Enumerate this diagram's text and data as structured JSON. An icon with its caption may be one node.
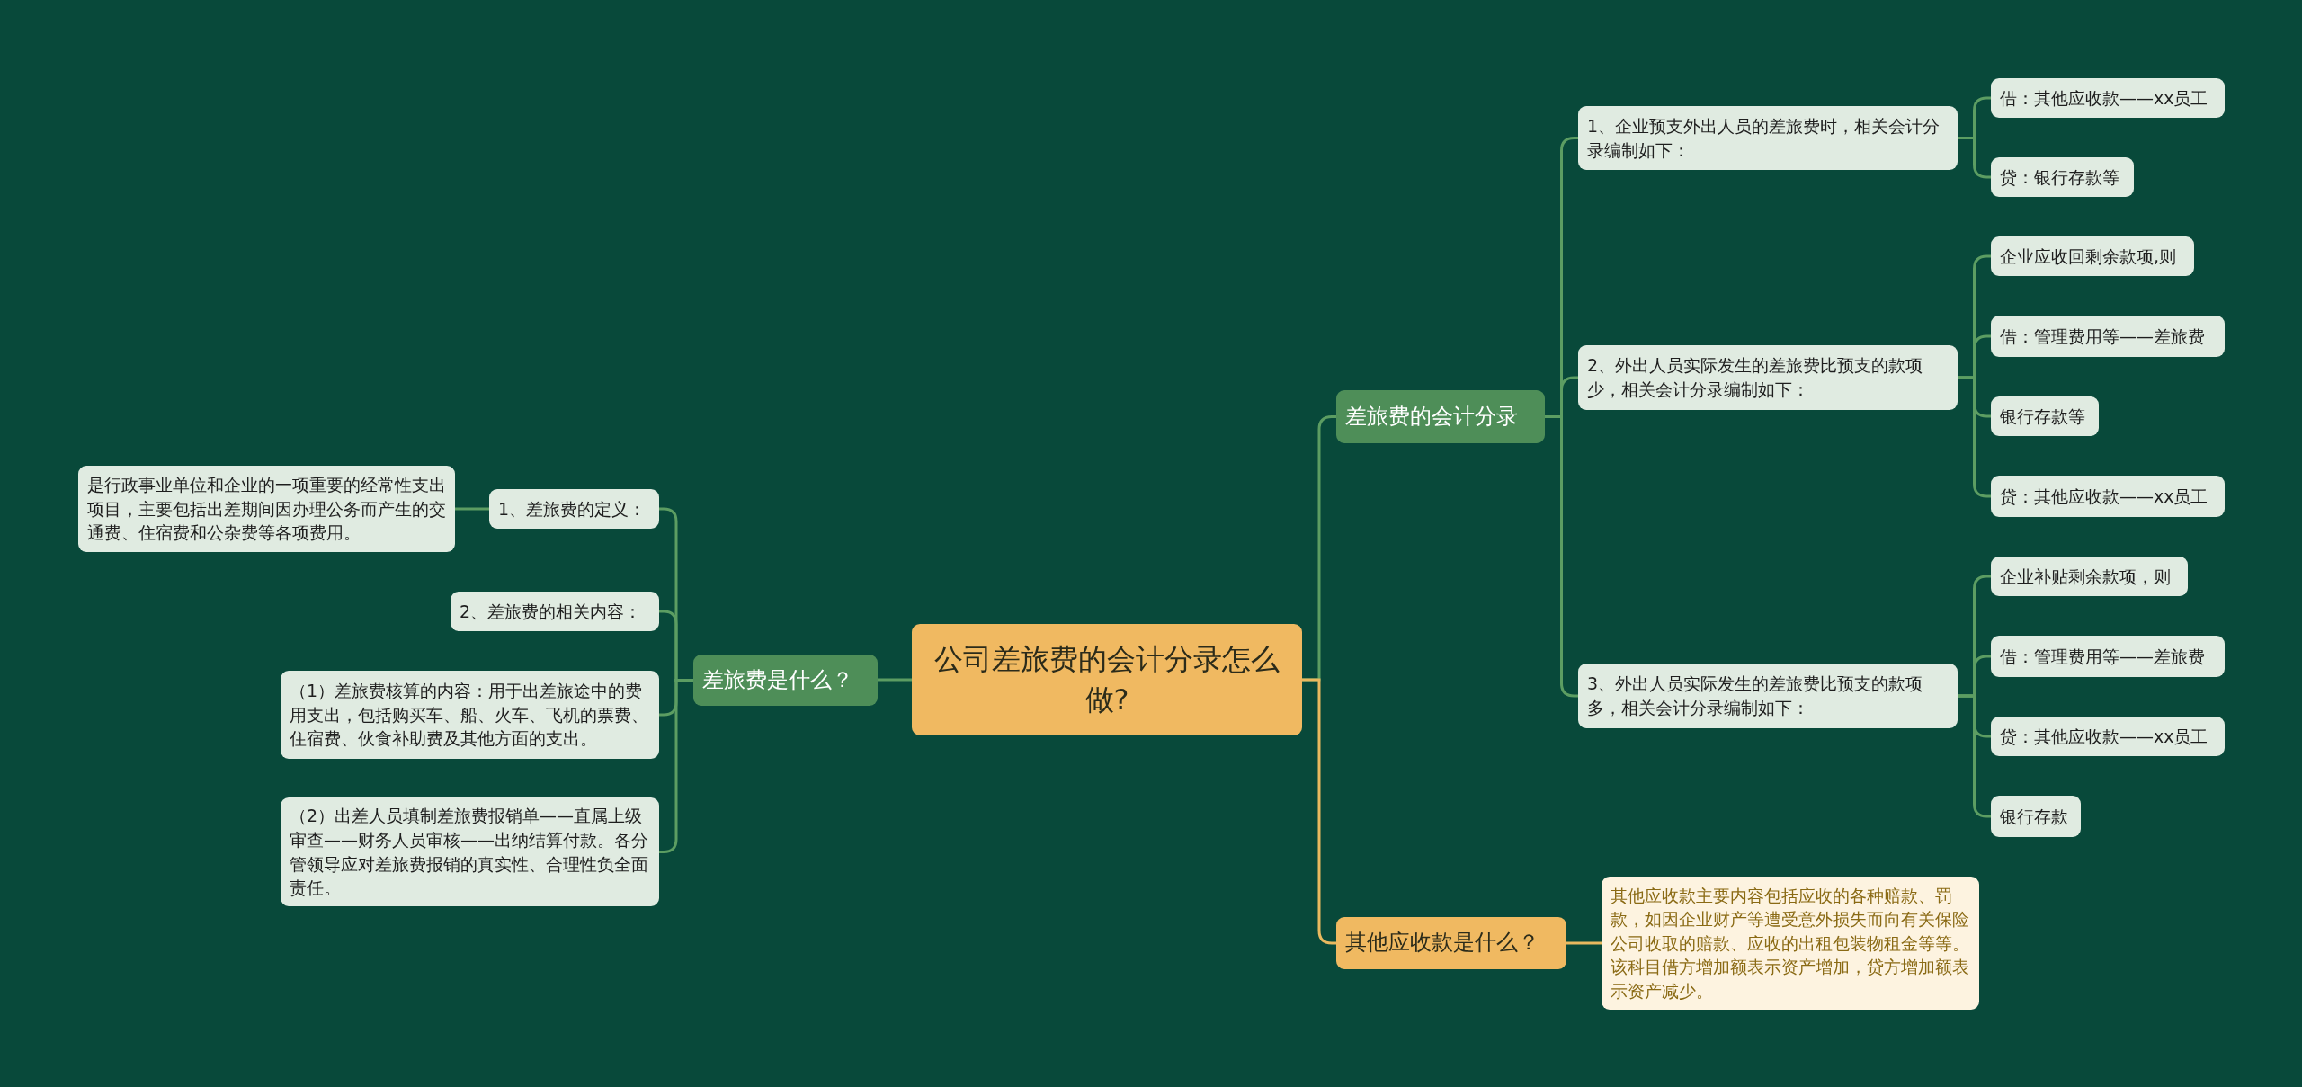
{
  "diagram": {
    "nodes": [
      {
        "text": [
          "公司差旅费的会计分录怎么做?"
        ]
      },
      {
        "text": [
          "差旅费是什么？"
        ]
      },
      {
        "text": [
          "1、差旅费的定义："
        ]
      },
      {
        "text": [
          "是行政事业单位和企业的一项重要的经常性支出项目，主要包括出差期间因办理公务而产生的交通费、住宿费和公杂费等各项费用。"
        ]
      },
      {
        "text": [
          "2、差旅费的相关内容："
        ]
      },
      {
        "text": [
          "（1）差旅费核算的内容：用于出差旅途中的费用支出，包括购买车、船、火车、飞机的票费、住宿费、伙食补助费及其他方面的支出。"
        ]
      },
      {
        "text": [
          "（2）出差人员填制差旅费报销单——直属上级审查——财务人员审核——出纳结算付款。各分管领导应对差旅费报销的真实性、合理性负全面责任。"
        ]
      },
      {
        "text": [
          "差旅费的会计分录"
        ]
      },
      {
        "text": [
          "1、企业预支外出人员的差旅费时，相关会计分录编制如下："
        ]
      },
      {
        "text": [
          "借：其他应收款——xx员工"
        ]
      },
      {
        "text": [
          "贷：银行存款等"
        ]
      },
      {
        "text": [
          "2、外出人员实际发生的差旅费比预支的款项少，相关会计分录编制如下："
        ]
      },
      {
        "text": [
          "企业应收回剩余款项,则"
        ]
      },
      {
        "text": [
          "借：管理费用等——差旅费"
        ]
      },
      {
        "text": [
          "银行存款等"
        ]
      },
      {
        "text": [
          "贷：其他应收款——xx员工"
        ]
      },
      {
        "text": [
          "3、外出人员实际发生的差旅费比预支的款项多，相关会计分录编制如下："
        ]
      },
      {
        "text": [
          "企业补贴剩余款项，则"
        ]
      },
      {
        "text": [
          "借：管理费用等——差旅费"
        ]
      },
      {
        "text": [
          "贷：其他应收款——xx员工"
        ]
      },
      {
        "text": [
          "银行存款"
        ]
      },
      {
        "text": [
          "其他应收款是什么？"
        ]
      },
      {
        "text": [
          "其他应收款主要内容包括应收的各种赔款、罚款，如因企业财产等遭受意外损失而向有关保险公司收取的赔款、应收的出租包装物租金等等。该科目借方增加额表示资产增加，贷方增加额表示资产减少。"
        ]
      }
    ],
    "edges": [
      {
        "from": 0,
        "to": 1,
        "arrow": "none"
      },
      {
        "from": 1,
        "to": 2,
        "arrow": "none"
      },
      {
        "from": 2,
        "to": 3,
        "arrow": "none"
      },
      {
        "from": 1,
        "to": 4,
        "arrow": "none"
      },
      {
        "from": 1,
        "to": 5,
        "arrow": "none"
      },
      {
        "from": 1,
        "to": 6,
        "arrow": "none"
      },
      {
        "from": 0,
        "to": 7,
        "arrow": "none"
      },
      {
        "from": 7,
        "to": 8,
        "arrow": "none"
      },
      {
        "from": 8,
        "to": 9,
        "arrow": "none"
      },
      {
        "from": 8,
        "to": 10,
        "arrow": "none"
      },
      {
        "from": 7,
        "to": 11,
        "arrow": "none"
      },
      {
        "from": 11,
        "to": 12,
        "arrow": "none"
      },
      {
        "from": 11,
        "to": 13,
        "arrow": "none"
      },
      {
        "from": 11,
        "to": 14,
        "arrow": "none"
      },
      {
        "from": 11,
        "to": 15,
        "arrow": "none"
      },
      {
        "from": 7,
        "to": 16,
        "arrow": "none"
      },
      {
        "from": 16,
        "to": 17,
        "arrow": "none"
      },
      {
        "from": 16,
        "to": 18,
        "arrow": "none"
      },
      {
        "from": 16,
        "to": 19,
        "arrow": "none"
      },
      {
        "from": 16,
        "to": 20,
        "arrow": "none"
      },
      {
        "from": 0,
        "to": 21,
        "arrow": "none",
        "color": "#e9b95f"
      },
      {
        "from": 21,
        "to": 22,
        "arrow": "none",
        "color": "#e9b95f"
      }
    ]
  }
}
